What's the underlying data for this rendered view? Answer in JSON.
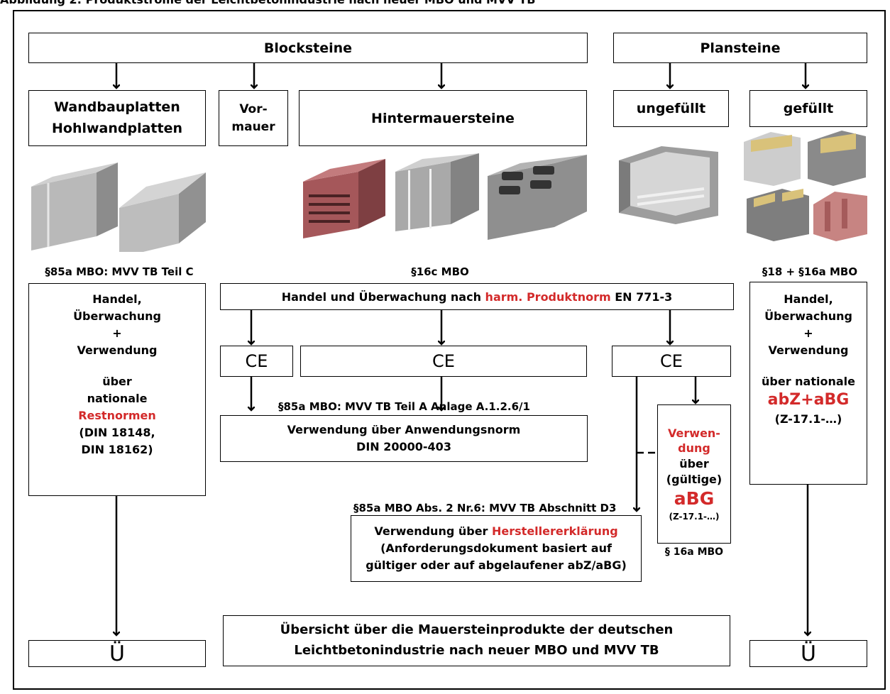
{
  "header": {
    "title": "Abbildung 2: Produktströme der Leichtbetonindustrie nach neuer MBO und MVV TB"
  },
  "top": {
    "blocksteine": "Blocksteine",
    "plansteine": "Plansteine"
  },
  "categories": {
    "wandbau_line1": "Wandbauplatten",
    "wandbau_line2": "Hohlwandplatten",
    "vormauer_line1": "Vor-",
    "vormauer_line2": "mauer",
    "hintermauer": "Hintermauersteine",
    "ungefuellt": "ungefüllt",
    "gefuellt": "gefüllt"
  },
  "left": {
    "caption": "§85a MBO: MVV TB Teil C",
    "lines": [
      "Handel,",
      "Überwachung",
      "+",
      "Verwendung",
      "",
      "über",
      "nationale"
    ],
    "red": "Restnormen",
    "after": [
      "(DIN 18148,",
      "DIN 18162)"
    ],
    "bottom_symbol": "Ü"
  },
  "center": {
    "caption": "§16c MBO",
    "norm_prefix": "Handel und Überwachung nach ",
    "norm_red": "harm. Produktnorm",
    "norm_suffix": " EN 771-3",
    "ce": "CE",
    "anlage_caption": "§85a MBO: MVV TB Teil A Anlage A.1.2.6/1",
    "anwendung_line1": "Verwendung über Anwendungsnorm",
    "anwendung_line2": "DIN 20000-403",
    "d3_caption": "§85a MBO Abs. 2 Nr.6: MVV TB Abschnitt D3",
    "hersteller_prefix": "Verwendung über ",
    "hersteller_red": "Herstellererklärung",
    "hersteller_line2": "(Anforderungsdokument basiert auf",
    "hersteller_line3": "gültiger oder auf abgelaufener abZ/aBG)",
    "abg_red1": "Verwen-",
    "abg_red2": "dung",
    "abg_line3": "über",
    "abg_line4": "(gültige)",
    "abg_big": "aBG",
    "abg_small": "(Z-17.1-…)",
    "abg_caption": "§ 16a MBO",
    "summary_line1": "Übersicht über die Mauersteinprodukte der deutschen",
    "summary_line2": "Leichtbetonindustrie nach neuer MBO und MVV TB"
  },
  "right": {
    "caption": "§18 + §16a MBO",
    "lines": [
      "Handel,",
      "Überwachung",
      "+",
      "Verwendung",
      "",
      "über nationale"
    ],
    "red_big": "abZ+aBG",
    "after": "(Z-17.1-…)",
    "bottom_symbol": "Ü"
  },
  "colors": {
    "accent_red": "#d32a2a",
    "block_gray": "#9a9a9a",
    "brick_red": "#a5575a",
    "insulation_yellow": "#d9c27a"
  }
}
